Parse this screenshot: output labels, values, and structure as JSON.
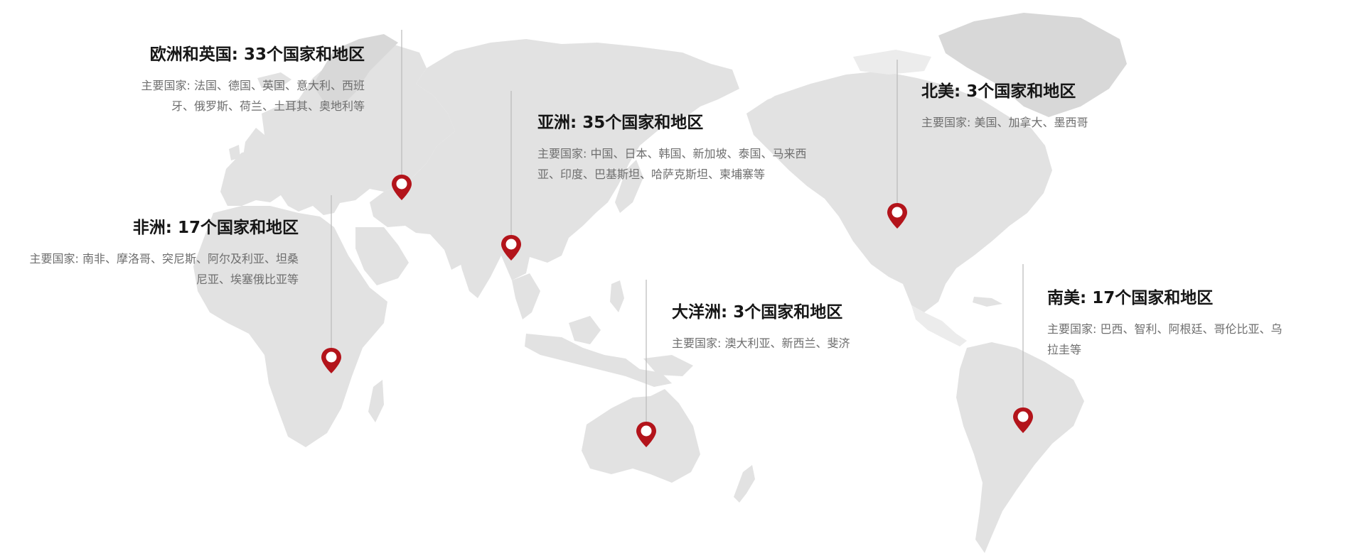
{
  "colors": {
    "land": "#e2e2e2",
    "land_highlight": "#ececec",
    "pin": "#b3141b",
    "title_text": "#161616",
    "body_text": "#6e6e6e",
    "leader_line": "#b9b9b9"
  },
  "regions": [
    {
      "id": "europe",
      "title": "欧洲和英国: 33个国家和地区",
      "countries": "主要国家: 法国、德国、英国、意大利、西班牙、俄罗斯、荷兰、土耳其、奥地利等",
      "icon": "map-pin-icon"
    },
    {
      "id": "asia",
      "title": "亚洲: 35个国家和地区",
      "countries": "主要国家: 中国、日本、韩国、新加坡、泰国、马来西亚、印度、巴基斯坦、哈萨克斯坦、柬埔寨等",
      "icon": "map-pin-icon"
    },
    {
      "id": "north-america",
      "title": "北美: 3个国家和地区",
      "countries": "主要国家: 美国、加拿大、墨西哥",
      "icon": "map-pin-icon"
    },
    {
      "id": "africa",
      "title": "非洲: 17个国家和地区",
      "countries": "主要国家: 南非、摩洛哥、突尼斯、阿尔及利亚、坦桑尼亚、埃塞俄比亚等",
      "icon": "map-pin-icon"
    },
    {
      "id": "oceania",
      "title": "大洋洲: 3个国家和地区",
      "countries": "主要国家: 澳大利亚、新西兰、斐济",
      "icon": "map-pin-icon"
    },
    {
      "id": "south-america",
      "title": "南美: 17个国家和地区",
      "countries": "主要国家: 巴西、智利、阿根廷、哥伦比亚、乌拉圭等",
      "icon": "map-pin-icon"
    }
  ]
}
